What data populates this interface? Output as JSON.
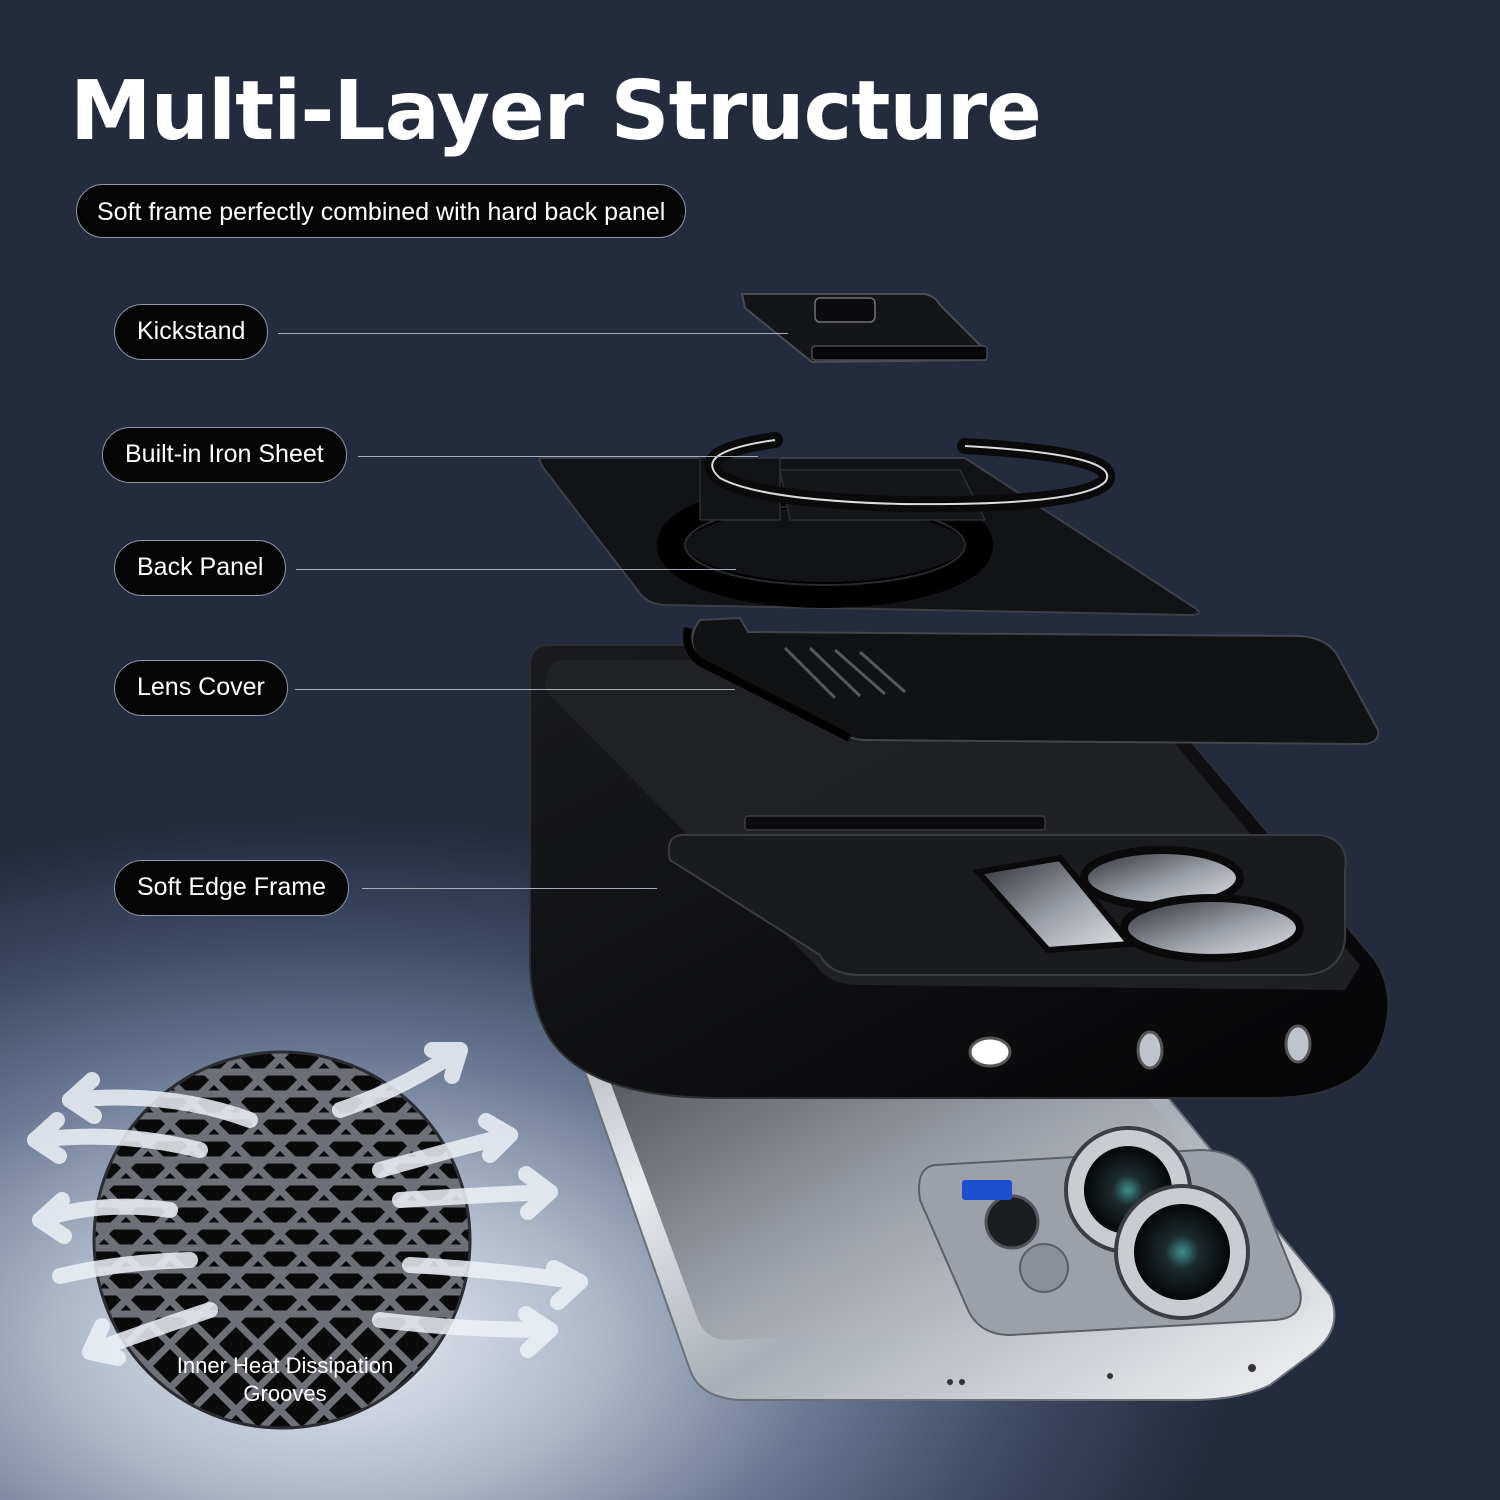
{
  "header": {
    "title": "Multi-Layer Structure",
    "subtitle": "Soft frame perfectly combined with hard back panel"
  },
  "labels": {
    "kickstand": "Kickstand",
    "iron_sheet": "Built-in Iron Sheet",
    "back_panel": "Back Panel",
    "lens_cover": "Lens Cover",
    "soft_edge_frame": "Soft Edge Frame"
  },
  "inset": {
    "caption_line1": "Inner Heat Dissipation",
    "caption_line2": "Grooves"
  },
  "colors": {
    "pill_background": "#050505",
    "text": "#ffffff",
    "case_black": "#0d0d0f",
    "phone_silver": "#c9cdd3",
    "zeiss_badge": "#1f4fd1"
  }
}
